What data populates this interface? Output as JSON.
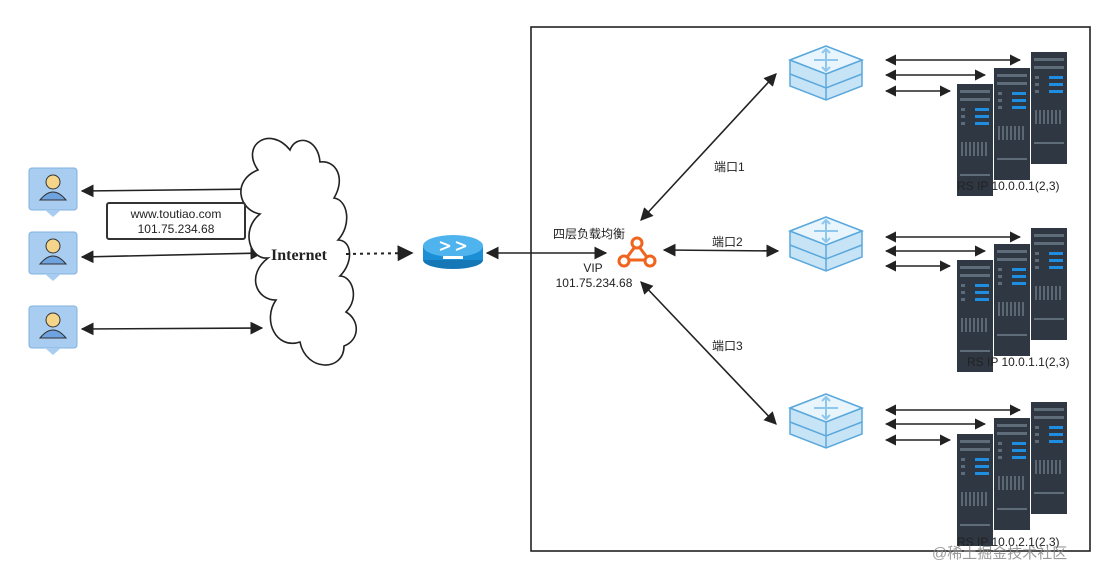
{
  "clients": {
    "dns_domain": "www.toutiao.com",
    "dns_ip": "101.75.234.68"
  },
  "internet_label": "Internet",
  "lb": {
    "name": "四层负载均衡",
    "vip_label": "VIP",
    "vip_ip": "101.75.234.68"
  },
  "ports": [
    "端口1",
    "端口2",
    "端口3"
  ],
  "rs_labels": [
    "RS IP 10.0.0.1(2,3)",
    "RS IP 10.0.1.1(2,3)",
    "RS IP 10.0.2.1(2,3)"
  ],
  "watermark": "@稀土掘金技术社区",
  "colors": {
    "switch_blue": "#5aa8dc",
    "router_blue": "#1a8fd6",
    "lb_orange": "#f0641e",
    "server_dark": "#2e3742",
    "user_bg": "#a9cdf0"
  }
}
